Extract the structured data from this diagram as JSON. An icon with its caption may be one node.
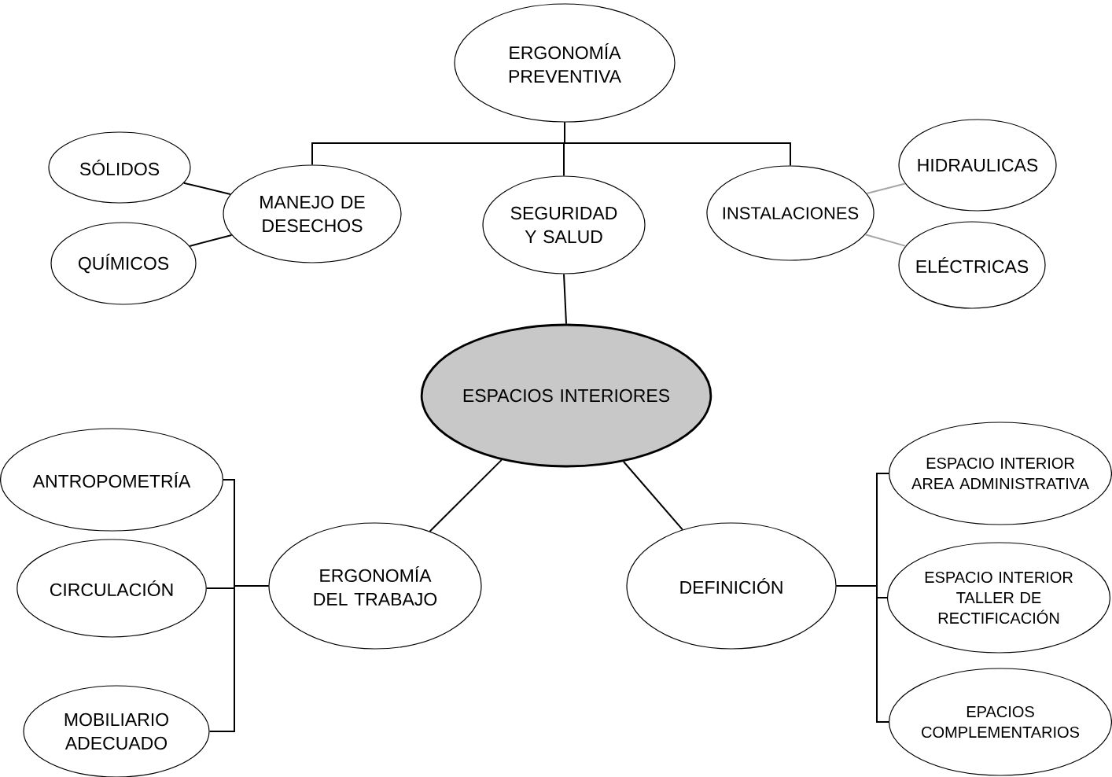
{
  "diagram": {
    "nodes": [
      {
        "text": [
          "ERGONOMÍA PREVENTIVA"
        ]
      },
      {
        "text": [
          "SÓLIDOS"
        ]
      },
      {
        "text": [
          "MANEJO DE DESECHOS"
        ]
      },
      {
        "text": [
          "SEGURIDAD Y SALUD"
        ]
      },
      {
        "text": [
          "INSTALACIONES"
        ]
      },
      {
        "text": [
          "HIDRAULICAS"
        ]
      },
      {
        "text": [
          "QUÍMICOS"
        ]
      },
      {
        "text": [
          "ELÉCTRICAS"
        ]
      },
      {
        "text": [
          "ESPACIOS INTERIORES"
        ]
      },
      {
        "text": [
          "ANTROPOMETRÍA"
        ]
      },
      {
        "text": [
          "ESPACIO INTERIOR AREA ADMINISTRATIVA"
        ]
      },
      {
        "text": [
          "CIRCULACIÓN"
        ]
      },
      {
        "text": [
          "ERGONOMÍA DEL TRABAJO"
        ]
      },
      {
        "text": [
          "DEFINICIÓN"
        ]
      },
      {
        "text": [
          "ESPACIO INTERIOR TALLER DE RECTIFICACIÓN"
        ]
      },
      {
        "text": [
          "MOBILIARIO ADECUADO"
        ]
      },
      {
        "text": [
          "EPACIOS COMPLEMENTARIOS"
        ]
      }
    ],
    "edges": [
      {
        "from": 0,
        "to": 2,
        "arrow": "none"
      },
      {
        "from": 0,
        "to": 3,
        "arrow": "none"
      },
      {
        "from": 0,
        "to": 4,
        "arrow": "none"
      },
      {
        "from": 2,
        "to": 1,
        "arrow": "none"
      },
      {
        "from": 2,
        "to": 6,
        "arrow": "none"
      },
      {
        "from": 4,
        "to": 5,
        "arrow": "none",
        "color": "#a6a6a6"
      },
      {
        "from": 4,
        "to": 7,
        "arrow": "none",
        "color": "#a6a6a6"
      },
      {
        "from": 3,
        "to": 8,
        "arrow": "none"
      },
      {
        "from": 8,
        "to": 12,
        "arrow": "none"
      },
      {
        "from": 8,
        "to": 13,
        "arrow": "none"
      },
      {
        "from": 12,
        "to": 9,
        "arrow": "none"
      },
      {
        "from": 12,
        "to": 11,
        "arrow": "none"
      },
      {
        "from": 12,
        "to": 15,
        "arrow": "none"
      },
      {
        "from": 13,
        "to": 10,
        "arrow": "none"
      },
      {
        "from": 13,
        "to": 14,
        "arrow": "none"
      },
      {
        "from": 13,
        "to": 16,
        "arrow": "none"
      }
    ]
  }
}
